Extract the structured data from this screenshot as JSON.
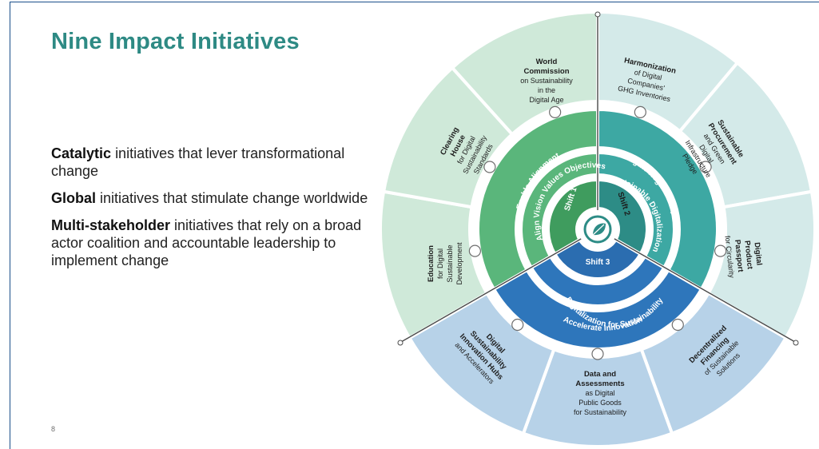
{
  "slide": {
    "title": "Nine Impact Initiatives",
    "page_number": "8",
    "bullets": [
      {
        "strong": "Catalytic",
        "text": "initiatives that lever transformational change"
      },
      {
        "strong": "Global",
        "text": "initiatives that stimulate change worldwide"
      },
      {
        "strong": "Multi-stakeholder",
        "text": "initiatives that rely on a broad actor coalition and accountable leadership to implement change"
      }
    ]
  },
  "diagram": {
    "colors": {
      "green_light": "#cfe9d9",
      "teal_light": "#d4eae9",
      "blue_light": "#b7d2e8",
      "green_ring": "#5ab67b",
      "teal_ring": "#3da8a3",
      "blue_ring": "#2e76bb",
      "green_inner": "#3f9c5e",
      "teal_inner": "#2d8c86",
      "blue_inner": "#2b6db0",
      "center": "#ffffff",
      "divider": "#4a4a4a"
    },
    "shifts": {
      "shift1": "Shift 1",
      "shift2": "Shift 2",
      "shift3": "Shift 3"
    },
    "objectives": {
      "align": "Align Vision Values Objectives",
      "sustainable_digitalization": "Sustainable Digitalization",
      "digitalization_for_sustainability": "Digitalization for Sustainability"
    },
    "outer_ring": {
      "enable_alignment": "Enable Alignment",
      "mitigate_negative_impacts": "Mitigate Negative Impacts",
      "accelerate_innovation": "Accelerate Innovation"
    },
    "initiatives": {
      "world_commission": {
        "line1": "World",
        "line2": "Commission",
        "line3": "on Sustainability",
        "line4": "in the",
        "line5": "Digital Age"
      },
      "harmonization": {
        "line1": "Harmonization",
        "line2": "of Digital",
        "line3": "Companies'",
        "line4": "GHG Inventories"
      },
      "sustainable_procurement": {
        "line1": "Sustainable",
        "line2": "Procurement",
        "line3": "and Green",
        "line4": "Digital",
        "line5": "Infrastructure",
        "line6": "Pledge"
      },
      "digital_product_passport": {
        "line1": "Digital",
        "line2": "Product",
        "line3": "Passport",
        "line4": "for Circularity"
      },
      "decentralized_financing": {
        "line1": "Decentralized",
        "line2": "Financing",
        "line3": "of Sustainable",
        "line4": "Solutions"
      },
      "data_assessments": {
        "line1": "Data and",
        "line2": "Assessments",
        "line3": "as Digital",
        "line4": "Public Goods",
        "line5": "for Sustainability"
      },
      "innovation_hubs": {
        "line1": "Digital",
        "line2": "Sustainability",
        "line3": "Innovation Hubs",
        "line4": "and Accelerators"
      },
      "education": {
        "line1": "Education",
        "line2": "for Digital",
        "line3": "Sustainable",
        "line4": "Development"
      },
      "clearing_house": {
        "line1": "Clearing",
        "line2": "House",
        "line3": "for Digital",
        "line4": "Sustainability",
        "line5": "Standards"
      }
    }
  }
}
